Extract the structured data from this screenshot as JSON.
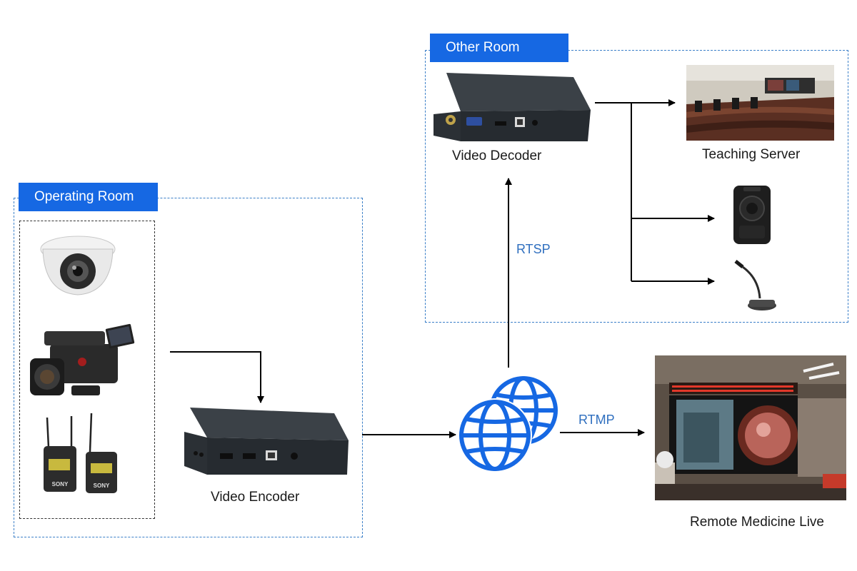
{
  "rooms": {
    "operating": {
      "label": "Operating Room"
    },
    "other": {
      "label": "Other Room"
    }
  },
  "devices": {
    "encoder": {
      "label": "Video Encoder"
    },
    "decoder": {
      "label": "Video Decoder"
    }
  },
  "outputs": {
    "teaching": {
      "label": "Teaching Server"
    },
    "remote": {
      "label": "Remote Medicine Live"
    }
  },
  "protocols": {
    "rtsp": "RTSP",
    "rtmp": "RTMP"
  },
  "sources": {
    "dome_camera": {
      "icon": "dome-camera-icon"
    },
    "camcorder": {
      "icon": "camcorder-icon"
    },
    "wireless_mic": {
      "icon": "wireless-mic-icon",
      "brand": "SONY"
    }
  },
  "sinks": {
    "speaker": {
      "icon": "speaker-icon"
    },
    "microphone": {
      "icon": "gooseneck-microphone-icon"
    }
  },
  "colors": {
    "accent": "#1668e3",
    "protocol_text": "#2f6fbf",
    "device_body": "#2b3035"
  }
}
